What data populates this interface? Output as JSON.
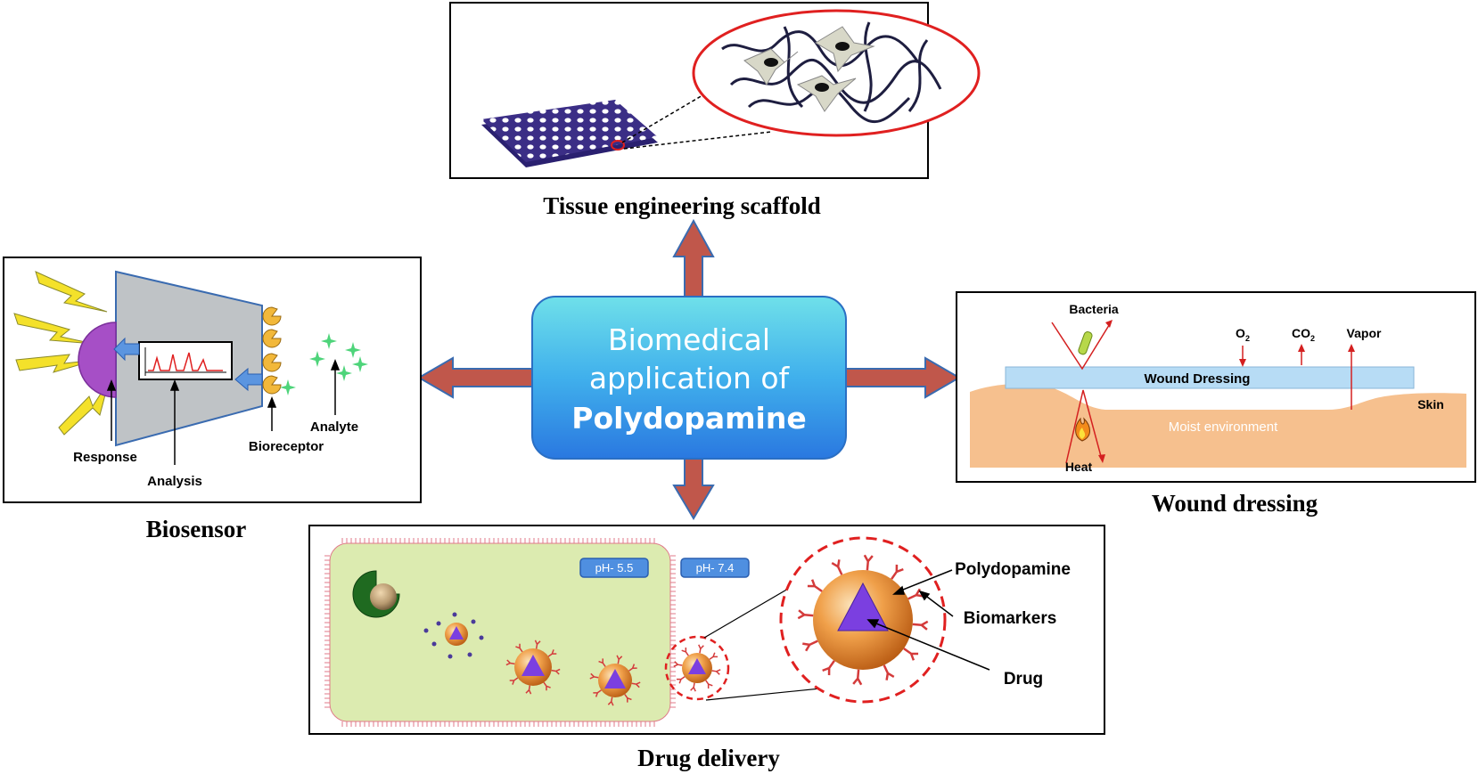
{
  "center": {
    "line1": "Biomedical",
    "line2": "application of",
    "line3": "Polydopamine"
  },
  "panels": {
    "tissue": {
      "title": "Tissue engineering scaffold"
    },
    "biosensor": {
      "title": "Biosensor",
      "labels": {
        "response": "Response",
        "analysis": "Analysis",
        "bioreceptor": "Bioreceptor",
        "analyte": "Analyte"
      }
    },
    "wound": {
      "title": "Wound dressing",
      "labels": {
        "bacteria": "Bacteria",
        "o2": "O",
        "o2_sub": "2",
        "co2": "CO",
        "co2_sub": "2",
        "vapor": "Vapor",
        "dressing": "Wound Dressing",
        "skin": "Skin",
        "moist": "Moist environment",
        "heat": "Heat"
      }
    },
    "drug": {
      "title": "Drug delivery",
      "labels": {
        "ph1": "pH- 5.5",
        "ph2": "pH- 7.4",
        "polydopamine": "Polydopamine",
        "biomarkers": "Biomarkers",
        "drug": "Drug"
      }
    }
  },
  "colors": {
    "arrow_fill": "#c0574b",
    "arrow_stroke": "#3a6bb0",
    "center_top": "#5ed4e8",
    "center_bottom": "#2a7fe0",
    "cell_bg": "#dcebb0",
    "skin": "#f6c08e",
    "dressing": "#b7dcf5",
    "lightning": "#f4e12a",
    "biosensor_body": "#bfc3c6",
    "response_dome": "#a64fc6",
    "sphere": "#f0932a",
    "drug_triangle": "#7b3fe0",
    "biomarker": "#d43b3b"
  }
}
